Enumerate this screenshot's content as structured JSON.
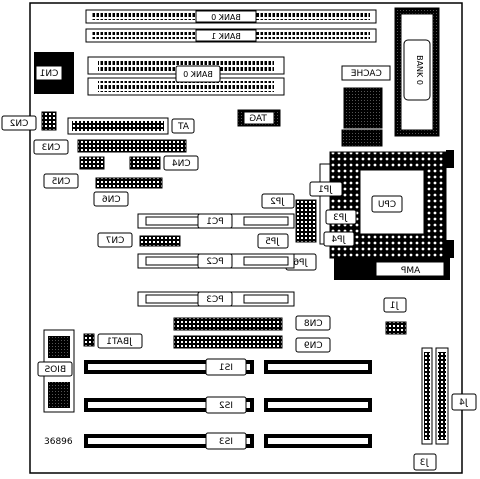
{
  "labels": {
    "bank0_top": "BANK 0",
    "bank1_top": "BANK 1",
    "bank0_mid": "BANK 0",
    "bank0_cache": "BANK 0",
    "cache": "CACHE",
    "tag": "TAG",
    "cn1": "CN1",
    "cn2": "CN2",
    "cn3": "CN3",
    "cn4": "CN4",
    "cn5": "CN5",
    "cn6": "CN6",
    "cn7": "CN7",
    "cn8": "CN8",
    "cn9": "CN9",
    "at": "AT",
    "jp1": "JP1",
    "jp2": "JP2",
    "jp3": "JP3",
    "jp4": "JP4",
    "jp5": "JP5",
    "jp6": "JP6",
    "cpu": "CPU",
    "amp": "AMP",
    "pc1": "PC1",
    "pc2": "PC2",
    "pc3": "PC3",
    "j1": "J1",
    "j3": "J3",
    "j4": "J4",
    "jbat1": "JBAT1",
    "bios": "BIOS",
    "is1": "IS1",
    "is2": "IS2",
    "is3": "IS3",
    "figure_number": "36896"
  }
}
